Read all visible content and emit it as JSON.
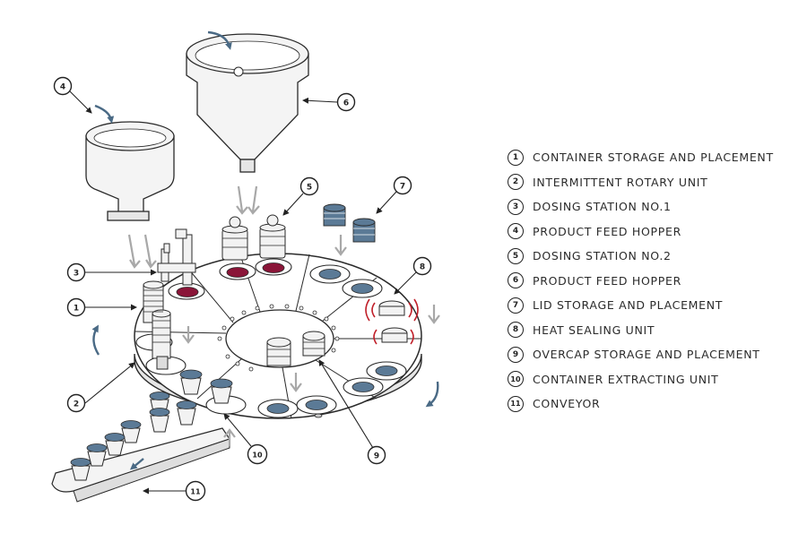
{
  "legend": {
    "items": [
      {
        "num": "1",
        "label": "CONTAINER STORAGE AND PLACEMENT"
      },
      {
        "num": "2",
        "label": "INTERMITTENT ROTARY UNIT"
      },
      {
        "num": "3",
        "label": "DOSING STATION NO.1"
      },
      {
        "num": "4",
        "label": "PRODUCT FEED HOPPER"
      },
      {
        "num": "5",
        "label": "DOSING STATION NO.2"
      },
      {
        "num": "6",
        "label": "PRODUCT FEED HOPPER"
      },
      {
        "num": "7",
        "label": "LID STORAGE AND PLACEMENT"
      },
      {
        "num": "8",
        "label": "HEAT SEALING UNIT"
      },
      {
        "num": "9",
        "label": "OVERCAP STORAGE AND PLACEMENT"
      },
      {
        "num": "10",
        "label": "CONTAINER EXTRACTING UNIT"
      },
      {
        "num": "11",
        "label": "CONVEYOR"
      }
    ]
  },
  "callouts": [
    "1",
    "2",
    "3",
    "4",
    "5",
    "6",
    "7",
    "8",
    "9",
    "10",
    "11"
  ],
  "colors": {
    "line": "#2a2a2a",
    "flow_arrow": "#4a6a85",
    "feed_arrow": "#a8a8a8",
    "product": "#8a1538",
    "lid": "#5b7a96",
    "seal_heat": "#c0202a"
  }
}
